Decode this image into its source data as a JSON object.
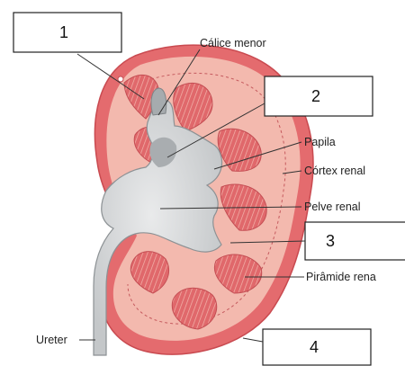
{
  "labels": {
    "calice_menor": "Cálice menor",
    "papila": "Papila",
    "cortex_renal": "Córtex renal",
    "pelve_renal": "Pelve renal",
    "piramide_renal": "Pirâmide rena",
    "ureter": "Ureter"
  },
  "answer_boxes": [
    {
      "id": "box-1",
      "number": "1"
    },
    {
      "id": "box-2",
      "number": "2"
    },
    {
      "id": "box-3",
      "number": "3"
    },
    {
      "id": "box-4",
      "number": "4"
    }
  ],
  "colors": {
    "capsule": "#e46b6e",
    "capsule_dark": "#cf4d52",
    "cortex": "#f3b9ae",
    "pyramid": "#e26b6d",
    "pyramid_stripe": "#f6c9bd",
    "pelvis": "#d9dadb",
    "pelvis_dark": "#9fa3a6",
    "leader": "#333333"
  }
}
